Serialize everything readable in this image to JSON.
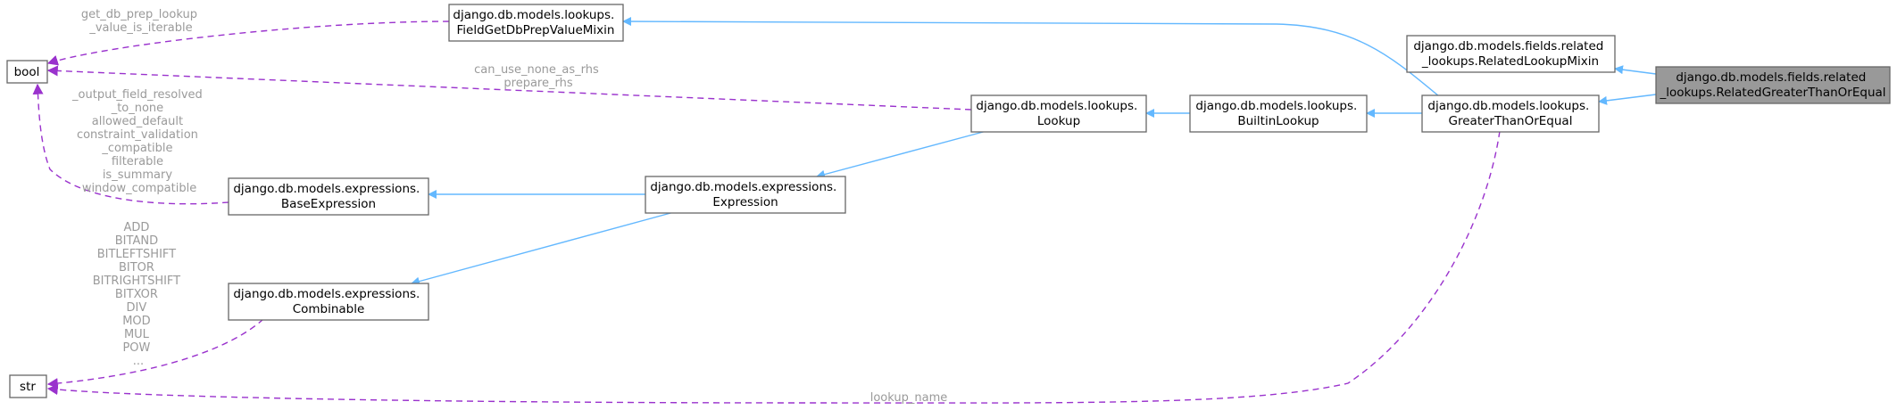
{
  "nodes": {
    "bool": [
      "bool"
    ],
    "str": [
      "str"
    ],
    "field_get_db_prep": [
      "django.db.models.lookups.",
      "FieldGetDbPrepValueMixin"
    ],
    "base_expression": [
      "django.db.models.expressions.",
      "BaseExpression"
    ],
    "combinable": [
      "django.db.models.expressions.",
      "Combinable"
    ],
    "expression": [
      "django.db.models.expressions.",
      "Expression"
    ],
    "lookup": [
      "django.db.models.lookups.",
      "Lookup"
    ],
    "builtin_lookup": [
      "django.db.models.lookups.",
      "BuiltinLookup"
    ],
    "greater_than_or_equal": [
      "django.db.models.lookups.",
      "GreaterThanOrEqual"
    ],
    "related_lookup_mixin": [
      "django.db.models.fields.related",
      "_lookups.RelatedLookupMixin"
    ],
    "related_greater_than_or_equal": [
      "django.db.models.fields.related",
      "_lookups.RelatedGreaterThanOrEqual"
    ]
  },
  "edge_labels": {
    "field_get_db_prep_to_bool": [
      "get_db_prep_lookup",
      "_value_is_iterable"
    ],
    "lookup_to_bool": [
      "can_use_none_as_rhs",
      "prepare_rhs"
    ],
    "base_expression_to_bool": [
      "_output_field_resolved",
      "_to_none",
      "allowed_default",
      "constraint_validation",
      "_compatible",
      "filterable",
      "is_summary",
      "window_compatible"
    ],
    "combinable_to_str": [
      "ADD",
      "BITAND",
      "BITLEFTSHIFT",
      "BITOR",
      "BITRIGHTSHIFT",
      "BITXOR",
      "DIV",
      "MOD",
      "MUL",
      "POW",
      "..."
    ],
    "greater_than_or_equal_to_str": [
      "lookup_name"
    ]
  },
  "colors": {
    "inheritance_edge": "#63b8ff",
    "usage_edge": "#9a32cd",
    "label_text": "#9a9a9a",
    "highlight_node": "#999999"
  }
}
